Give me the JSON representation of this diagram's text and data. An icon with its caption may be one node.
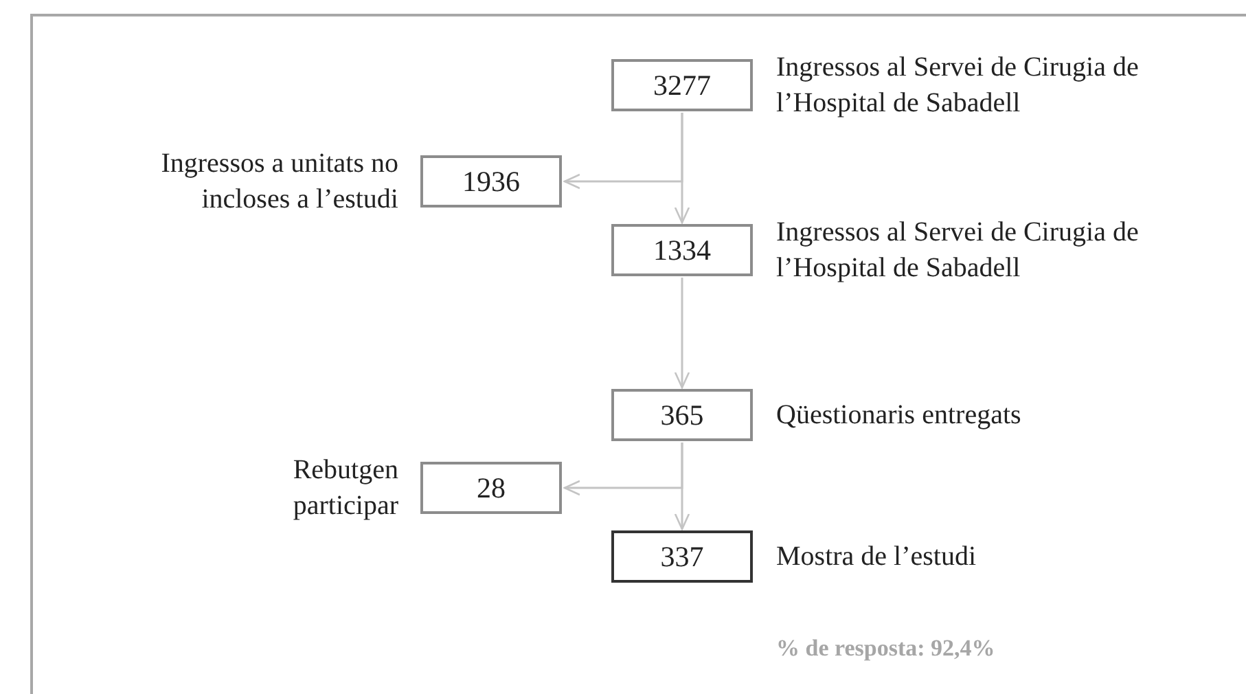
{
  "diagram": {
    "nodes": [
      {
        "text": [
          "3277"
        ],
        "beside": [
          "Ingressos al Servei de Cirugia de l’Hospital de Sabadell"
        ]
      },
      {
        "text": [
          "1936"
        ],
        "beside": [
          "Ingressos a unitats no incloses a l’estudi"
        ]
      },
      {
        "text": [
          "1334"
        ],
        "beside": [
          "Ingressos al Servei de Cirugia de l’Hospital de Sabadell"
        ]
      },
      {
        "text": [
          "365"
        ],
        "beside": [
          "Qüestionaris entregats"
        ]
      },
      {
        "text": [
          "28"
        ],
        "beside": [
          "Rebutgen participar"
        ]
      },
      {
        "text": [
          "337"
        ],
        "beside": [
          "Mostra de l’estudi"
        ]
      }
    ],
    "edges": [
      {
        "from": 0,
        "to": 2,
        "arrow": "to"
      },
      {
        "from": 0,
        "to": 1,
        "arrow": "to"
      },
      {
        "from": 2,
        "to": 3,
        "arrow": "to"
      },
      {
        "from": 3,
        "to": 5,
        "arrow": "to"
      },
      {
        "from": 3,
        "to": 4,
        "arrow": "to"
      }
    ],
    "labels": [
      "% de resposta: 92,4%"
    ]
  }
}
